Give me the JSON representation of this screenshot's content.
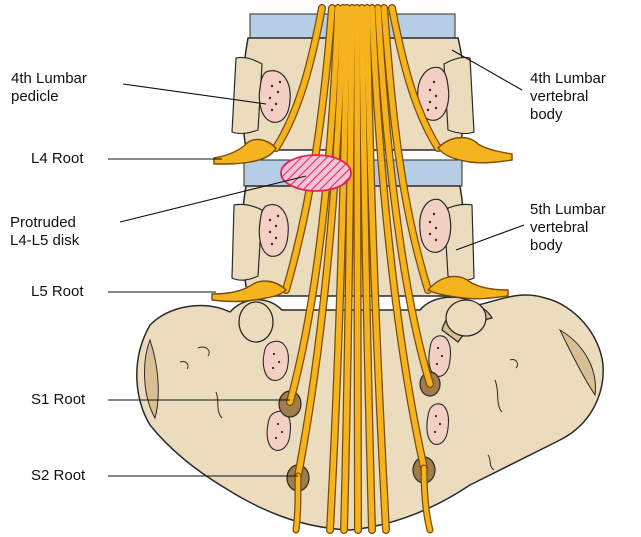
{
  "labels": {
    "l4_pedicle_line1": "4th Lumbar",
    "l4_pedicle_line2": "pedicle",
    "l4_root": "L4 Root",
    "disk_line1": "Protruded",
    "disk_line2": "L4-L5 disk",
    "l5_root": "L5 Root",
    "s1_root": "S1 Root",
    "s2_root": "S2 Root",
    "l4_body_line1": "4th Lumbar",
    "l4_body_line2": "vertebral",
    "l4_body_line3": "body",
    "l5_body_line1": "5th Lumbar",
    "l5_body_line2": "vertebral",
    "l5_body_line3": "body"
  },
  "colors": {
    "bone": "#ecdcbe",
    "bone_outline": "#2a2a2a",
    "disk": "#b6cde6",
    "nerve": "#f5b41e",
    "nerve_outline": "#7a4b05",
    "pedicle": "#f4cfc3",
    "foramen": "#a07c4a",
    "herniation": "#e0245e"
  }
}
